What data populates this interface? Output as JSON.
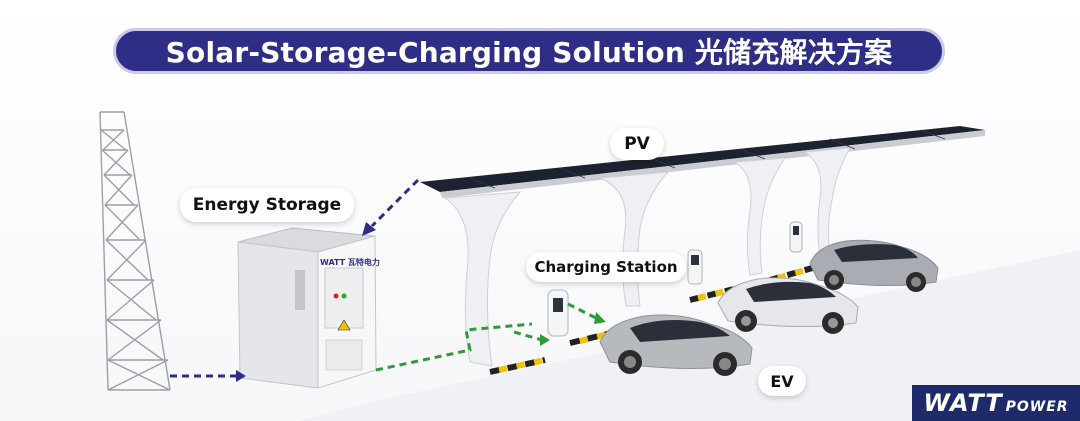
{
  "title": "Solar-Storage-Charging Solution  光储充解决方案",
  "labels": {
    "energy_storage": "Energy Storage",
    "pv": "PV",
    "charging_station": "Charging Station",
    "ev": "EV"
  },
  "storage_cabinet_brand": "WATT 瓦特电力",
  "logo": {
    "main": "WATT",
    "sub": "POWER"
  },
  "colors": {
    "banner": "#2e2e86",
    "grid_flow": "#2e2e86",
    "charging_flow": "#2f9a3c",
    "panel": "#1d2230",
    "canopy": "#eef0f3"
  },
  "icons": [
    "power-tower-icon",
    "storage-cabinet-icon",
    "solar-canopy-icon",
    "charger-icon",
    "ev-car-icon"
  ]
}
